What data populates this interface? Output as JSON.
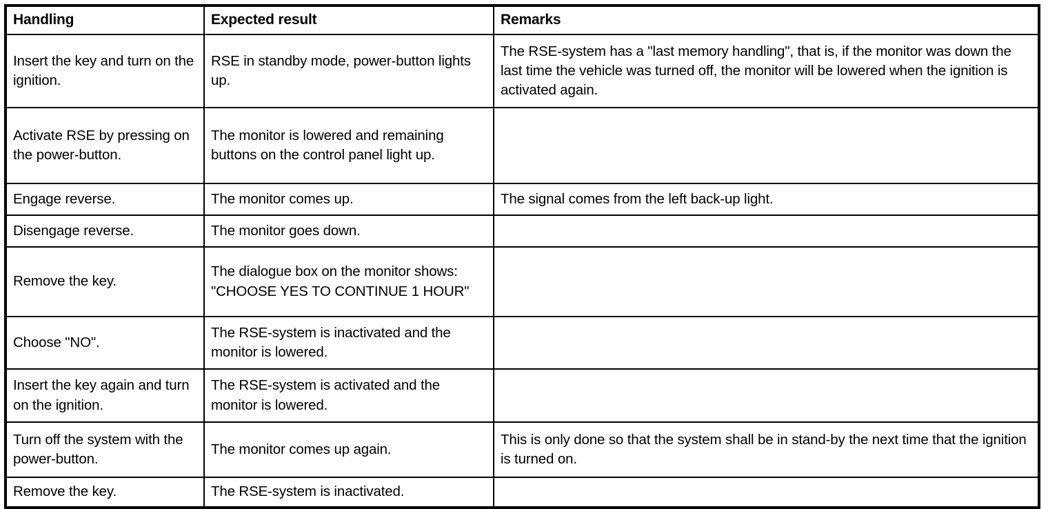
{
  "table": {
    "columns": [
      {
        "key": "handling",
        "label": "Handling"
      },
      {
        "key": "expected",
        "label": "Expected result"
      },
      {
        "key": "remarks",
        "label": "Remarks"
      }
    ],
    "rows": [
      {
        "handling": "Insert the key and turn on the ignition.",
        "expected": "RSE in standby mode, power-button lights up.",
        "remarks": "The RSE-system has a \"last memory handling\", that is, if the monitor was down the last time the vehicle was turned off, the monitor will be lowered when the ignition is activated again."
      },
      {
        "handling": "Activate RSE by pressing on the power-button.",
        "expected": "The monitor is lowered and remaining buttons on the control panel light up.",
        "remarks": ""
      },
      {
        "handling": "Engage reverse.",
        "expected": "The monitor comes up.",
        "remarks": "The signal comes from the left back-up light."
      },
      {
        "handling": "Disengage reverse.",
        "expected": "The monitor goes down.",
        "remarks": ""
      },
      {
        "handling": "Remove the key.",
        "expected": "The dialogue box on the monitor shows: \"CHOOSE YES TO CONTINUE 1 HOUR\"",
        "remarks": ""
      },
      {
        "handling": "Choose \"NO\".",
        "expected": "The RSE-system is inactivated and the monitor is lowered.",
        "remarks": ""
      },
      {
        "handling": "Insert the key again and turn on the ignition.",
        "expected": "The RSE-system is activated and the monitor is lowered.",
        "remarks": ""
      },
      {
        "handling": "Turn off the system with the power-button.",
        "expected": "The monitor comes up again.",
        "remarks": "This is only done so that the system shall be in stand-by the next time that the ignition is turned on."
      },
      {
        "handling": "Remove the key.",
        "expected": "The RSE-system is inactivated.",
        "remarks": ""
      }
    ]
  },
  "style": {
    "text_color": "#000000",
    "background_color": "#ffffff",
    "border_color": "#000000"
  }
}
